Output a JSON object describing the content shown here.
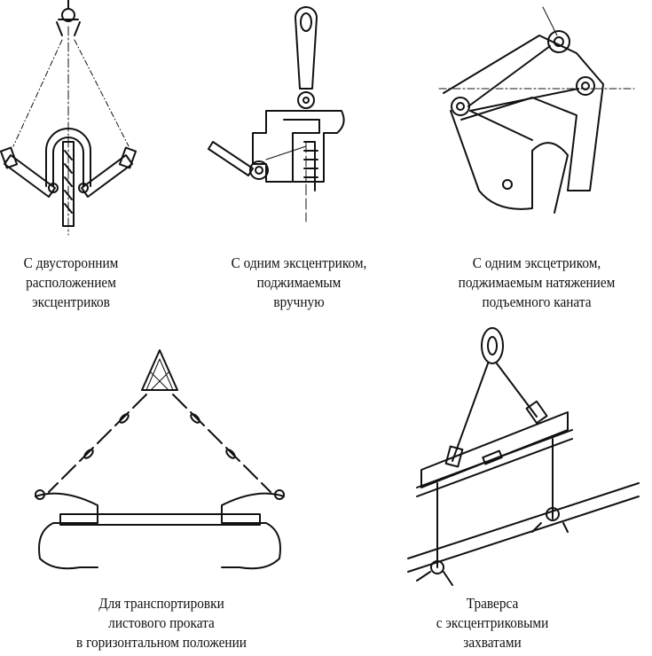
{
  "figures": [
    {
      "caption": [
        "С двусторонним",
        "расположением",
        "эксцентриков"
      ]
    },
    {
      "caption": [
        "С одним эксцентриком,",
        "поджимаемым",
        "вручную"
      ]
    },
    {
      "caption": [
        "С одним эксцетриком,",
        "поджимаемым натяжением",
        "подъемного каната"
      ]
    },
    {
      "caption": [
        "Для транспортировки",
        "листового проката",
        "в горизонтальном положении"
      ]
    },
    {
      "caption": [
        "Траверса",
        "с эксцентриковыми",
        "захватами"
      ]
    }
  ]
}
